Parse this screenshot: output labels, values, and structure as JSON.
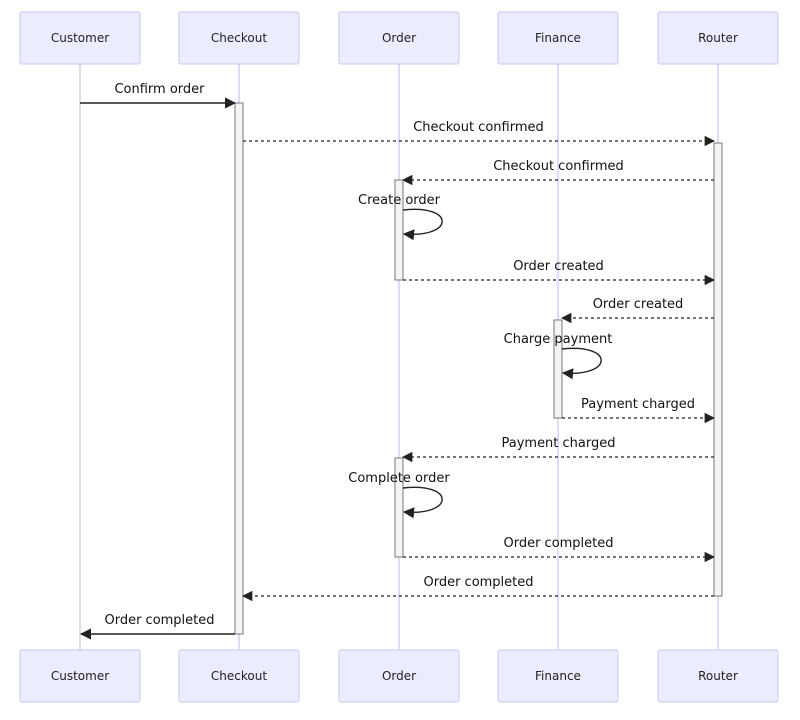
{
  "participants": [
    {
      "id": "customer",
      "label": "Customer"
    },
    {
      "id": "checkout",
      "label": "Checkout"
    },
    {
      "id": "order",
      "label": "Order"
    },
    {
      "id": "finance",
      "label": "Finance"
    },
    {
      "id": "router",
      "label": "Router"
    }
  ],
  "messages": [
    {
      "from": "customer",
      "to": "checkout",
      "label": "Confirm order",
      "style": "solid"
    },
    {
      "from": "checkout",
      "to": "router",
      "label": "Checkout confirmed",
      "style": "dashed"
    },
    {
      "from": "router",
      "to": "order",
      "label": "Checkout confirmed",
      "style": "dashed"
    },
    {
      "from": "order",
      "to": "order",
      "label": "Create order",
      "style": "solid"
    },
    {
      "from": "order",
      "to": "router",
      "label": "Order created",
      "style": "dashed"
    },
    {
      "from": "router",
      "to": "finance",
      "label": "Order created",
      "style": "dashed"
    },
    {
      "from": "finance",
      "to": "finance",
      "label": "Charge payment",
      "style": "solid"
    },
    {
      "from": "finance",
      "to": "router",
      "label": "Payment charged",
      "style": "dashed"
    },
    {
      "from": "router",
      "to": "order",
      "label": "Payment charged",
      "style": "dashed"
    },
    {
      "from": "order",
      "to": "order",
      "label": "Complete order",
      "style": "solid"
    },
    {
      "from": "order",
      "to": "router",
      "label": "Order completed",
      "style": "dashed"
    },
    {
      "from": "router",
      "to": "checkout",
      "label": "Order completed",
      "style": "dashed"
    },
    {
      "from": "checkout",
      "to": "customer",
      "label": "Order completed",
      "style": "solid"
    }
  ]
}
